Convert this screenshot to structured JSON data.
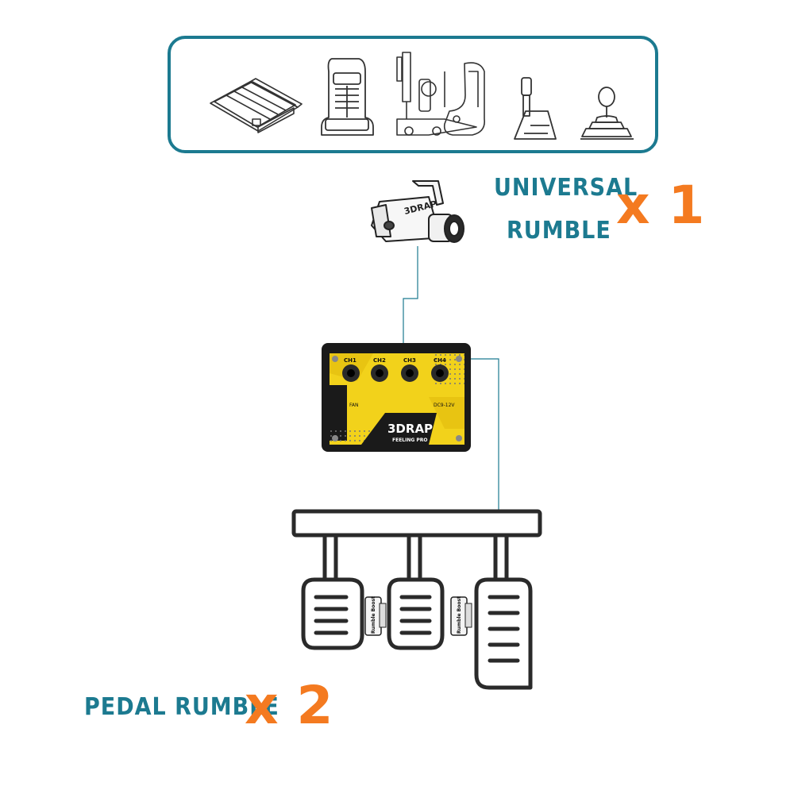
{
  "title": "",
  "mount_options": {
    "items": [
      {
        "icon": "rig-plate-icon"
      },
      {
        "icon": "seat-icon"
      },
      {
        "icon": "cockpit-rig-icon"
      },
      {
        "icon": "sequential-shifter-icon"
      },
      {
        "icon": "h-pattern-shifter-icon"
      }
    ]
  },
  "universal": {
    "label_line1": "UNIVERSAL",
    "label_line2": "RUMBLE",
    "multiplier": "x 1",
    "device_logo": "3DRAP"
  },
  "controller": {
    "channels": [
      "CH1",
      "CH2",
      "CH3",
      "CH4"
    ],
    "fan_label": "FAN",
    "power_label": "DC9-12V",
    "brand": "3DRAP",
    "model": "FEELING PRO"
  },
  "pedals": {
    "label": "PEDAL RUMBLE",
    "multiplier": "x 2",
    "boost_label": "Rumble Boost"
  },
  "colors": {
    "teal": "#1c7a90",
    "orange": "#f47a20",
    "yellow": "#f2d21b",
    "dark": "#1d1d1d"
  }
}
